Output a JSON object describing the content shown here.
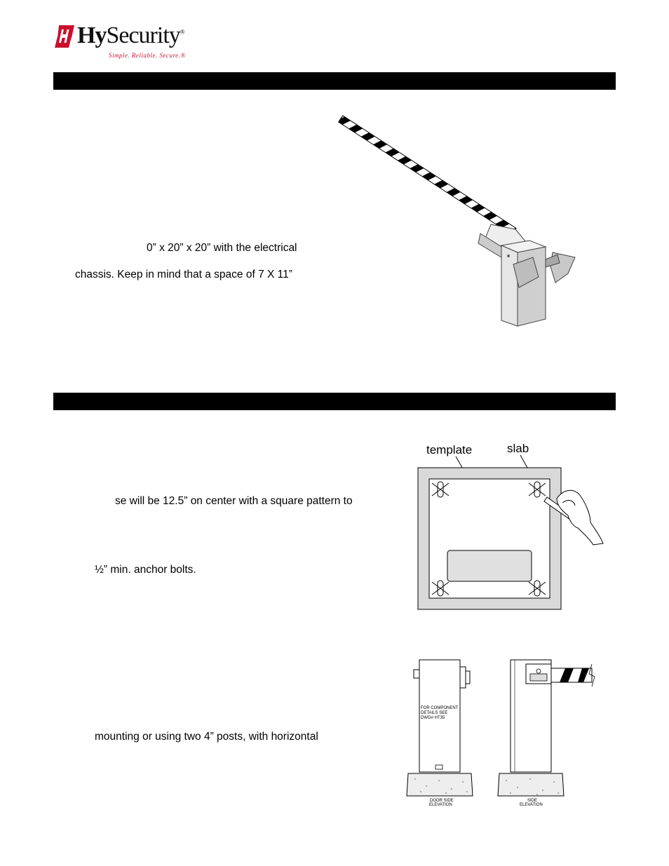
{
  "logo": {
    "brand_bold": "Hy",
    "brand_rest": "Security",
    "registered": "®",
    "tagline": "Simple. Reliable. Secure.®"
  },
  "section1": {
    "lines": [
      "0” x 20” x 20” with the electrical",
      "chassis. Keep in mind that a space of 7 X 11”"
    ]
  },
  "section2": {
    "lines": [
      "se will be 12.5” on center with a square pattern to",
      "½” min. anchor bolts.",
      "mounting or using two 4” posts, with horizontal"
    ]
  },
  "template_figure": {
    "label_template": "template",
    "label_slab": "slab"
  },
  "elevation_figure": {
    "note_line1": "FOR COMPONENT",
    "note_line2": "DETAILS SEE",
    "note_line3": "DWG# HT35",
    "caption_door_1": "DOOR SIDE",
    "caption_door_2": "ELEVATION",
    "caption_side_1": "SIDE",
    "caption_side_2": "ELEVATION"
  },
  "colors": {
    "brand_red": "#c8102e",
    "header_bar": "#000000",
    "slab_gray": "#d9d9d9"
  }
}
